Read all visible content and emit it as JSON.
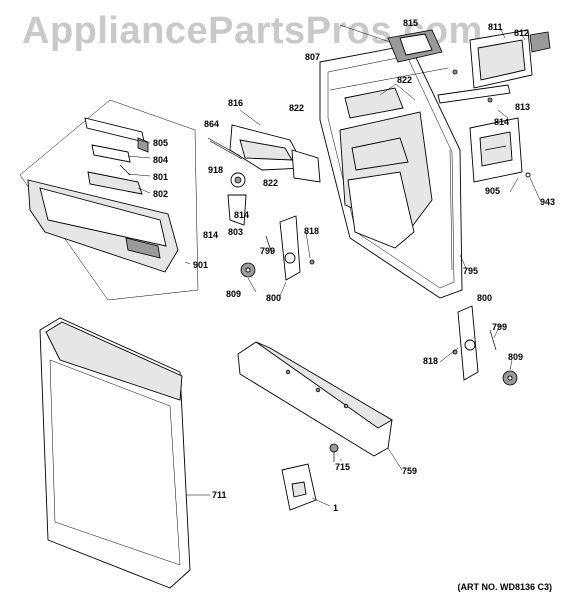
{
  "watermark": "AppliancePartsPros.com",
  "art_number": "(ART NO. WD8136 C3)",
  "callouts": {
    "c815": "815",
    "c811": "811",
    "c812": "812",
    "c807": "807",
    "c822a": "822",
    "c813": "813",
    "c814a": "814",
    "c816": "816",
    "c822b": "822",
    "c864": "864",
    "c805": "805",
    "c804": "804",
    "c801": "801",
    "c802": "802",
    "c918": "918",
    "c822c": "822",
    "c814b": "814",
    "c814c": "814",
    "c803": "803",
    "c905": "905",
    "c943": "943",
    "c799a": "799",
    "c818a": "818",
    "c795": "795",
    "c901": "901",
    "c809a": "809",
    "c800a": "800",
    "c800b": "800",
    "c799b": "799",
    "c818b": "818",
    "c809b": "809",
    "c711": "711",
    "c715": "715",
    "c759": "759",
    "c1": "1"
  }
}
